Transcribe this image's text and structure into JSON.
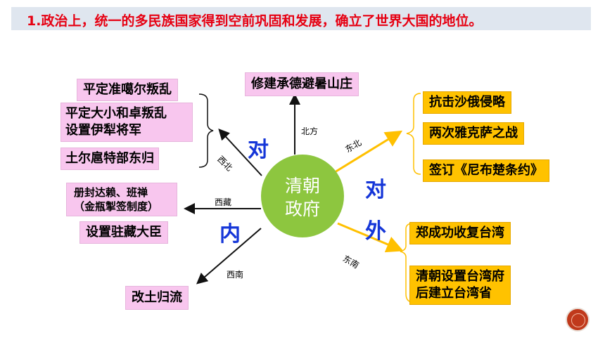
{
  "title": "1.政治上，统一的多民族国家得到空前巩固和发展，确立了世界大国的地位。",
  "center": {
    "line1": "清朝",
    "line2": "政府"
  },
  "domestic": {
    "char1": "对",
    "char2": "内"
  },
  "foreign": {
    "char1": "对",
    "char2": "外"
  },
  "directions": {
    "north": "北方",
    "northwest": "西北",
    "tibet": "西藏",
    "southwest": "西南",
    "northeast": "东北",
    "southeast": "东南"
  },
  "boxes": {
    "north": "修建承德避暑山庄",
    "northwest": [
      "平定准噶尔叛乱",
      "平定大小和卓叛乱",
      "设置伊犁将军",
      "土尔扈特部东归"
    ],
    "tibet": [
      "册封达赖、班禅",
      "（金瓶掣签制度）",
      "设置驻藏大臣"
    ],
    "southwest": "改土归流",
    "northeast": [
      "抗击沙俄侵略",
      "两次雅克萨之战",
      "签订《尼布楚条约》"
    ],
    "southeast": [
      "郑成功收复台湾",
      "清朝设置台湾府",
      "后建立台湾省"
    ]
  },
  "colors": {
    "title": "#e60012",
    "center": "#8dc63f",
    "pink": "#f8c6ee",
    "orange": "#ffc200",
    "big_char": "#1536d8"
  }
}
